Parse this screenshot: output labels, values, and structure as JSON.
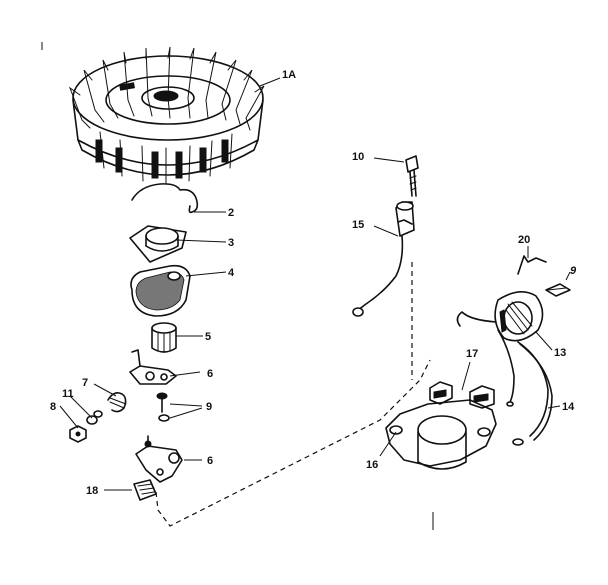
{
  "parts": [
    {
      "id": "flywheel",
      "label": "1A"
    },
    {
      "id": "spring",
      "label": "2"
    },
    {
      "id": "bushing",
      "label": "3"
    },
    {
      "id": "felt-washer",
      "label": "4"
    },
    {
      "id": "cam",
      "label": "5"
    },
    {
      "id": "breaker-arm",
      "label": "6"
    },
    {
      "id": "spring-small",
      "label": "7"
    },
    {
      "id": "nut",
      "label": "8"
    },
    {
      "id": "screw-washer",
      "label": "9"
    },
    {
      "id": "spark-plug-screw",
      "label": "10"
    },
    {
      "id": "washer",
      "label": "11"
    },
    {
      "id": "coil",
      "label": "13"
    },
    {
      "id": "lead-wire",
      "label": "14"
    },
    {
      "id": "spark-plug-boot",
      "label": "15"
    },
    {
      "id": "stator-plate",
      "label": "16"
    },
    {
      "id": "condenser-bracket",
      "label": "17"
    },
    {
      "id": "adjusting-plate",
      "label": "18"
    },
    {
      "id": "clip-wire",
      "label": "20"
    },
    {
      "id": "screw-clamp",
      "label": "9"
    },
    {
      "id": "breaker-plate",
      "label": "6"
    },
    {
      "id": "screw-pair",
      "label": "9"
    }
  ]
}
